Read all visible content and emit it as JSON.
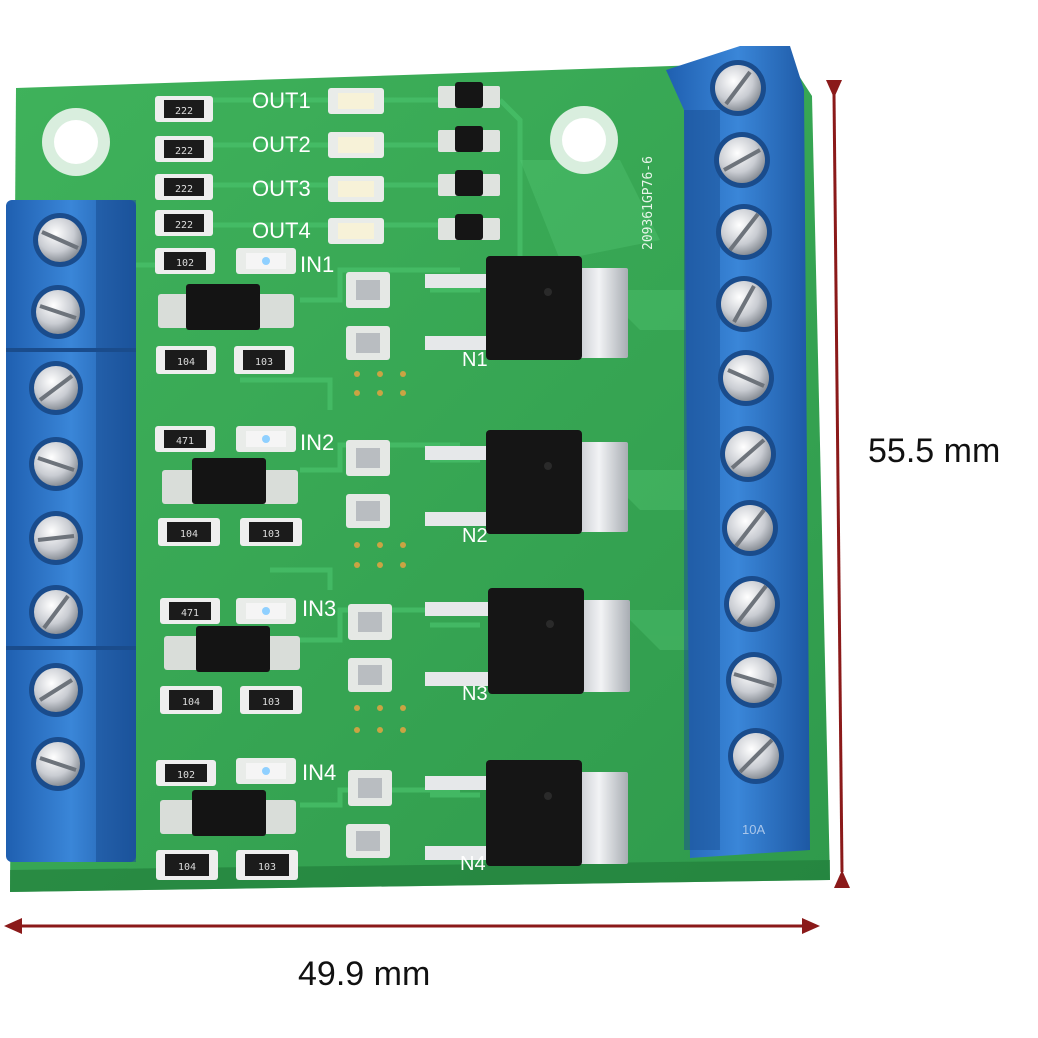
{
  "pcb": {
    "out_labels": [
      "OUT1",
      "OUT2",
      "OUT3",
      "OUT4"
    ],
    "in_labels": [
      "IN1",
      "IN2",
      "IN3",
      "IN4"
    ],
    "mosfet_labels": [
      "N1",
      "N2",
      "N3",
      "N4"
    ],
    "board_code": "209361GP76-6",
    "out_resistor_codes": [
      "222",
      "222",
      "222",
      "222"
    ],
    "in_led_resistor_codes": [
      "102",
      "471",
      "471",
      "102"
    ],
    "bottom_left_codes": [
      "104",
      "104",
      "104",
      "104"
    ],
    "bottom_right_codes": [
      "103",
      "103",
      "103",
      "103"
    ],
    "terminal_rating": "10A"
  },
  "dimensions": {
    "width": "49.9 mm",
    "height": "55.5 mm"
  },
  "colors": {
    "pcb": "#34a853",
    "terminal": "#2b72c6",
    "dimension_line": "#8b1a1a"
  }
}
